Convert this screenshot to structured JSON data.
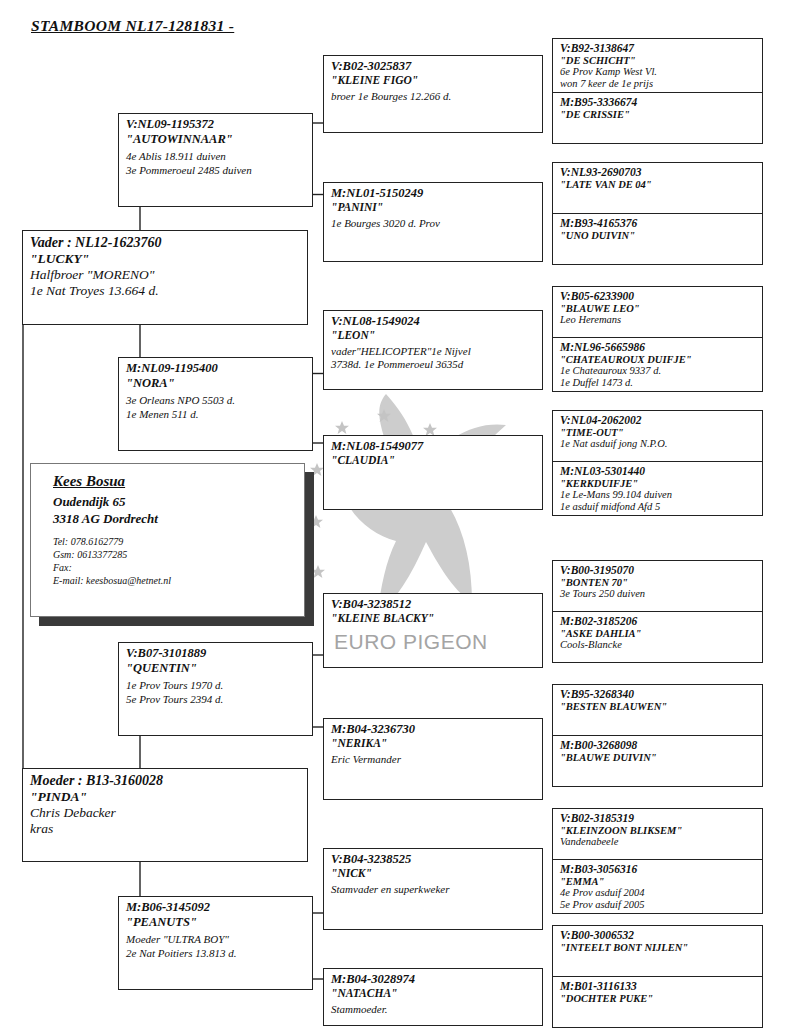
{
  "diagram": {
    "title": "STAMBOOM  NL17-1281831 -",
    "nodes": [
      {
        "text": [
          "Vader : NL12-1623760",
          "\"LUCKY\"",
          "Halfbroer \"MORENO\"",
          "1e Nat Troyes 13.664 d."
        ]
      },
      {
        "text": [
          "V:NL09-1195372",
          "\"AUTOWINNAAR\"",
          "4e Ablis 18.911 duiven",
          "3e Pommeroeul 2485 duiven"
        ]
      },
      {
        "text": [
          "V:B02-3025837",
          "\"KLEINE FIGO\"",
          "broer 1e Bourges 12.266 d."
        ]
      },
      {
        "text": [
          "V:B92-3138647",
          "\"DE SCHICHT\"",
          "6e Prov Kamp West Vl.",
          "won 7 keer de 1e prijs"
        ]
      },
      {
        "text": [
          "M:B95-3336674",
          "\"DE CRISSIE\""
        ]
      },
      {
        "text": [
          "M:NL01-5150249",
          "\"PANINI\"",
          "1e Bourges 3020 d. Prov"
        ]
      },
      {
        "text": [
          "V:NL93-2690703",
          "\"LATE VAN DE 04\""
        ]
      },
      {
        "text": [
          "M:B93-4165376",
          "\"UNO DUIVIN\""
        ]
      },
      {
        "text": [
          "M:NL09-1195400",
          "\"NORA\"",
          "3e Orleans NPO 5503 d.",
          "1e Menen 511 d."
        ]
      },
      {
        "text": [
          "V:NL08-1549024",
          "\"LEON\"",
          "vader\"HELICOPTER\"1e Nijvel",
          "3738d. 1e Pommeroeul 3635d"
        ]
      },
      {
        "text": [
          "V:B05-6233900",
          "\"BLAUWE LEO\"",
          "Leo Heremans"
        ]
      },
      {
        "text": [
          "M:NL96-5665986",
          "\"CHATEAUROUX DUIFJE\"",
          "1e Chateauroux 9337 d.",
          "1e Duffel  1473 d."
        ]
      },
      {
        "text": [
          "M:NL08-1549077",
          "\"CLAUDIA\""
        ]
      },
      {
        "text": [
          "V:NL04-2062002",
          "\"TIME-OUT\"",
          "1e Nat asduif jong N.P.O."
        ]
      },
      {
        "text": [
          "M:NL03-5301440",
          "\"KERKDUIFJE\"",
          "1e Le-Mans 99.104 duiven",
          "1e asduif midfond Afd 5"
        ]
      },
      {
        "text": [
          "Kees Bosua",
          "Oudendijk 65",
          "3318 AG Dordrecht",
          "Tel: 078.6162779",
          "Gsm: 0613377285",
          "Fax:",
          "E-mail: keesbosua@hetnet.nl"
        ]
      },
      {
        "text": [
          "Moeder : B13-3160028",
          "\"PINDA\"",
          "Chris Debacker",
          "kras"
        ]
      },
      {
        "text": [
          "V:B07-3101889",
          "\"QUENTIN\"",
          "1e Prov Tours 1970 d.",
          "5e Prov Tours 2394 d."
        ]
      },
      {
        "text": [
          "V:B04-3238512",
          "\"KLEINE BLACKY\""
        ]
      },
      {
        "text": [
          "V:B00-3195070",
          "\"BONTEN 70\"",
          "3e Tours 250 duiven"
        ]
      },
      {
        "text": [
          "M:B02-3185206",
          "\"ASKE DAHLIA\"",
          "Cools-Blancke"
        ]
      },
      {
        "text": [
          "M:B04-3236730",
          "\"NERIKA\"",
          "Eric Vermander"
        ]
      },
      {
        "text": [
          "V:B95-3268340",
          "\"BESTEN BLAUWEN\""
        ]
      },
      {
        "text": [
          "M:B00-3268098",
          "\"BLAUWE DUIVIN\""
        ]
      },
      {
        "text": [
          "M:B06-3145092",
          "\"PEANUTS\"",
          "Moeder \"ULTRA BOY\"",
          "2e Nat Poitiers 13.813 d."
        ]
      },
      {
        "text": [
          "V:B04-3238525",
          "\"NICK\"",
          "Stamvader en superkweker"
        ]
      },
      {
        "text": [
          "V:B02-3185319",
          "\"KLEINZOON BLIKSEM\"",
          "Vandenabeele"
        ]
      },
      {
        "text": [
          "M:B03-3056316",
          "\"EMMA\"",
          "4e Prov asduif 2004",
          "5e Prov asduif 2005"
        ]
      },
      {
        "text": [
          "M:B04-3028974",
          "\"NATACHA\"",
          "Stammoeder."
        ]
      },
      {
        "text": [
          "V:B00-3006532",
          "\"INTEELT BONT NIJLEN\""
        ]
      },
      {
        "text": [
          "M:B01-3116133",
          "\"DOCHTER PUKE\""
        ]
      }
    ],
    "edges": [
      {
        "from": 0,
        "to": 1,
        "arrow": "none"
      },
      {
        "from": 0,
        "to": 8,
        "arrow": "none"
      },
      {
        "from": 0,
        "to": 16,
        "arrow": "none"
      },
      {
        "from": 16,
        "to": 17,
        "arrow": "none"
      },
      {
        "from": 16,
        "to": 24,
        "arrow": "none"
      },
      {
        "from": 1,
        "to": 2,
        "arrow": "none"
      },
      {
        "from": 1,
        "to": 5,
        "arrow": "none"
      },
      {
        "from": 8,
        "to": 9,
        "arrow": "none"
      },
      {
        "from": 8,
        "to": 12,
        "arrow": "none"
      },
      {
        "from": 17,
        "to": 18,
        "arrow": "none"
      },
      {
        "from": 17,
        "to": 21,
        "arrow": "none"
      },
      {
        "from": 24,
        "to": 25,
        "arrow": "none"
      },
      {
        "from": 24,
        "to": 28,
        "arrow": "none"
      }
    ],
    "labels": [
      "EURO PIGEON"
    ]
  }
}
